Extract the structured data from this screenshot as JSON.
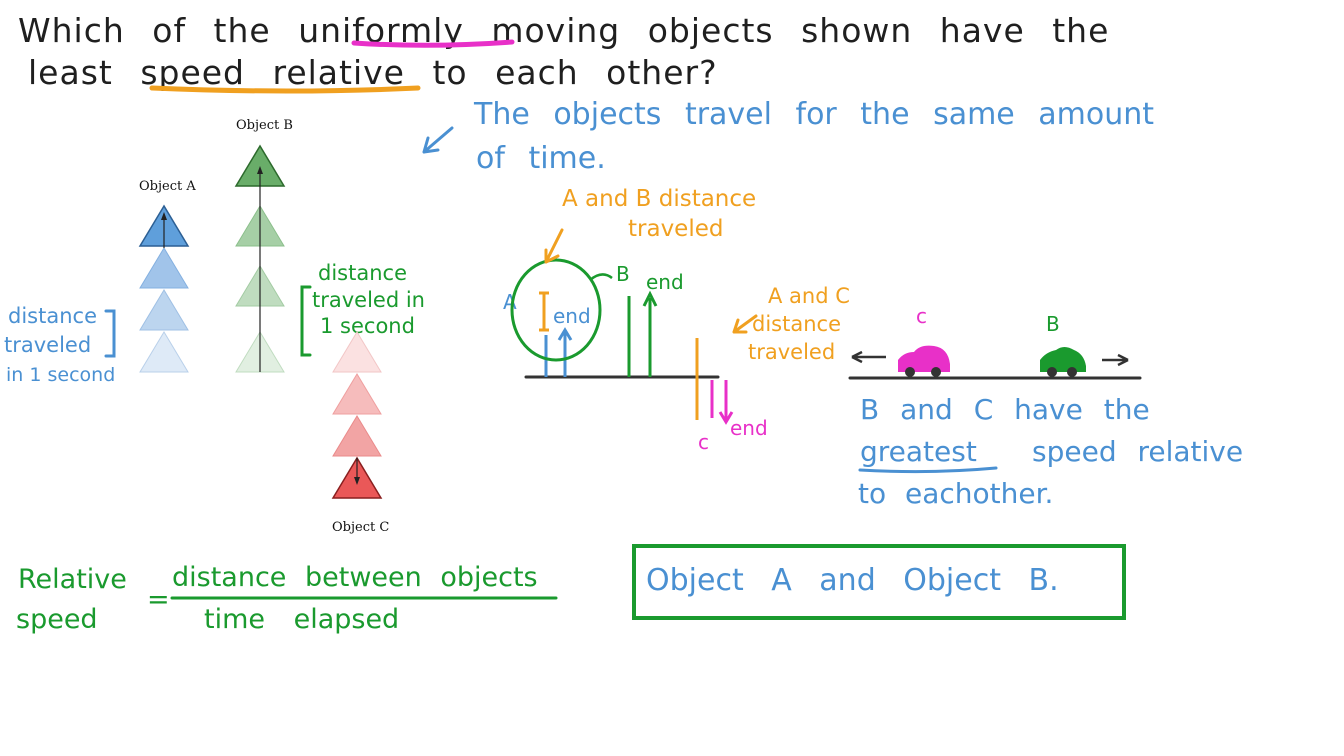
{
  "question": {
    "line1": "Which of the uniformly moving objects shown have the",
    "line2": "least speed relative to each other?"
  },
  "figure": {
    "object_a": "Object A",
    "object_b": "Object B",
    "object_c": "Object C"
  },
  "notes": {
    "same_time_1": "The objects travel for the same amount",
    "same_time_2": "of time.",
    "dist_blue_1": "distance",
    "dist_blue_2": "traveled",
    "dist_blue_3": "in 1 second",
    "dist_green_1": "distance",
    "dist_green_2": "traveled in",
    "dist_green_3": "1 second",
    "ab_dist_1": "A and B distance",
    "ab_dist_2": "traveled",
    "ac_dist_1": "A and C",
    "ac_dist_2": "distance",
    "ac_dist_3": "traveled",
    "label_a": "A",
    "label_b": "B",
    "label_c": "c",
    "end": "end",
    "car_c": "c",
    "car_b": "B",
    "greatest_1": "B and C have the",
    "greatest_2a": "greatest",
    "greatest_2b": "speed relative",
    "greatest_3": "to eachother.",
    "rel_1": "Relative",
    "rel_2": "speed",
    "equals": "=",
    "numerator": "distance between objects",
    "denominator": "time elapsed",
    "answer": "Object A and Object B."
  },
  "colors": {
    "ink": "#1f1f1f",
    "blue": "#4a90d2",
    "green": "#1a9a2e",
    "orange": "#f0a020",
    "pink": "#e830c8",
    "highlight_pink": "#e830c8",
    "highlight_orange": "#f0a020"
  }
}
